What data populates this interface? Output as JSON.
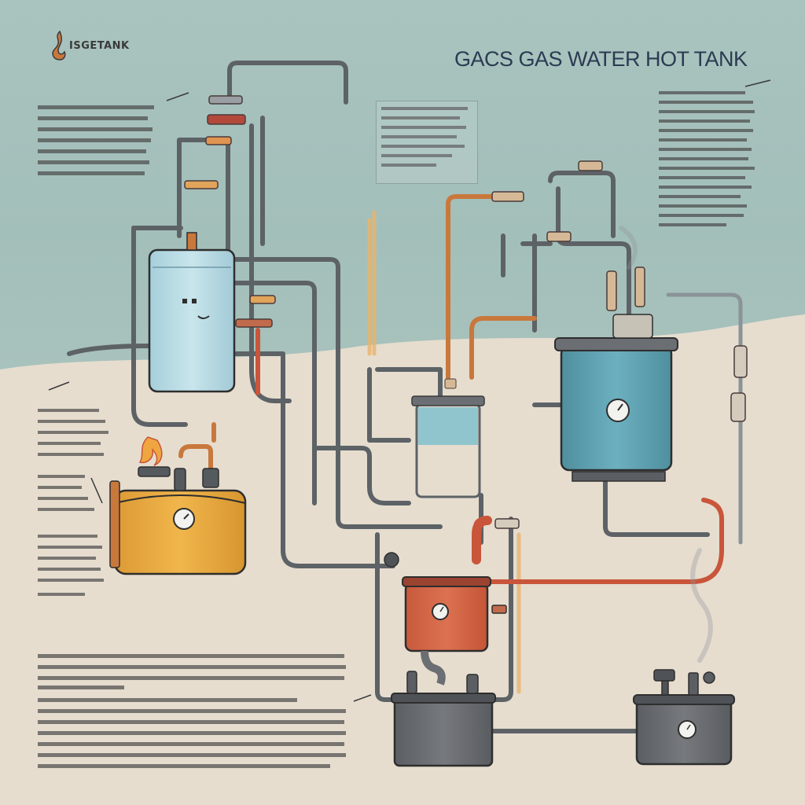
{
  "logo": {
    "icon": "flame-icon",
    "text": "ISGETANK"
  },
  "title": "GACS GAS WATER HOT TANK",
  "colors": {
    "sky": "#a9c3be",
    "sand": "#e6ddcf",
    "pipe": "#5d6266",
    "copper": "#c9783c",
    "tank_blue_light": "#bcdde6",
    "tank_teal": "#5fa2b1",
    "tank_orange": "#e8ab43",
    "tank_red": "#d76746",
    "tank_gray": "#6b6e72",
    "hot_line": "#c9553a"
  },
  "components": {
    "tank_left_top": "water-tank",
    "tank_right_big": "water-tank",
    "tank_center_small": "water-tank",
    "tank_orange": "gas-burner",
    "tank_red": "heater",
    "tank_gray_left": "base-tank",
    "tank_gray_right": "base-tank",
    "icons": [
      "flame-icon",
      "pressure-gauge-icon",
      "valve-icon",
      "face-icon"
    ]
  }
}
